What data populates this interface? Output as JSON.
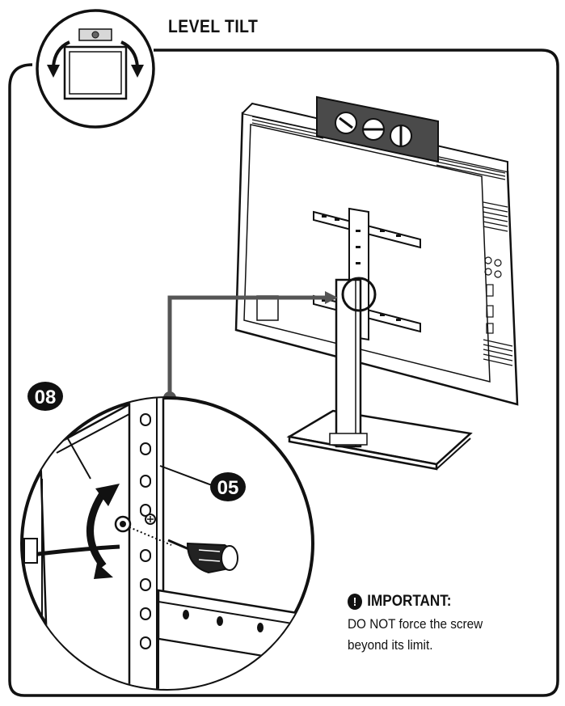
{
  "diagram": {
    "title": "LEVEL TILT",
    "labels": {
      "part_08": "08",
      "part_05": "05"
    },
    "important": {
      "heading": "IMPORTANT:",
      "line1": "DO NOT force the screw",
      "line2": "beyond its limit."
    },
    "icons": [
      "level-tilt-icon",
      "monitor-icon",
      "screwdriver-icon",
      "rotate-arrow-icon",
      "warning-icon"
    ]
  }
}
